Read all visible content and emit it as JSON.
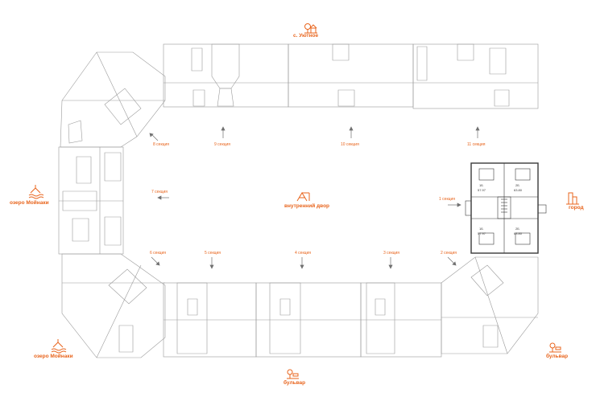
{
  "colors": {
    "accent": "#e8641c",
    "line": "#8a8a8a",
    "plan_dark": "#3a3a3a"
  },
  "labels": {
    "north_village": "с. Уютное",
    "lake_left": "озеро Мойнаки",
    "lake_bottom_left": "озеро Мойнаки",
    "courtyard": "внутренний двор",
    "city": "город",
    "boulevard_bottom": "бульвар",
    "boulevard_right": "бульвар"
  },
  "sections": {
    "s1": "1 секция",
    "s2": "2 секция",
    "s3": "3 секция",
    "s4": "4 секция",
    "s5": "5 секция",
    "s6": "6 секция",
    "s7": "7 секция",
    "s8": "8 секция",
    "s9": "9 секция",
    "s10": "10 секция",
    "s11": "11 секция"
  },
  "icons": {
    "north": "tree-house-icon",
    "lake": "lake-icon",
    "courtyard": "playground-icon",
    "city": "city-buildings-icon",
    "boulevard": "tree-bench-icon"
  },
  "apartments": {
    "a1_num": "1Б",
    "a1_area": "57.97",
    "a2_num": "2Б",
    "a2_area": "63.80",
    "a3_num": "1Б",
    "a3_area": "57.97",
    "a4_num": "2Б",
    "a4_area": "63.80"
  }
}
